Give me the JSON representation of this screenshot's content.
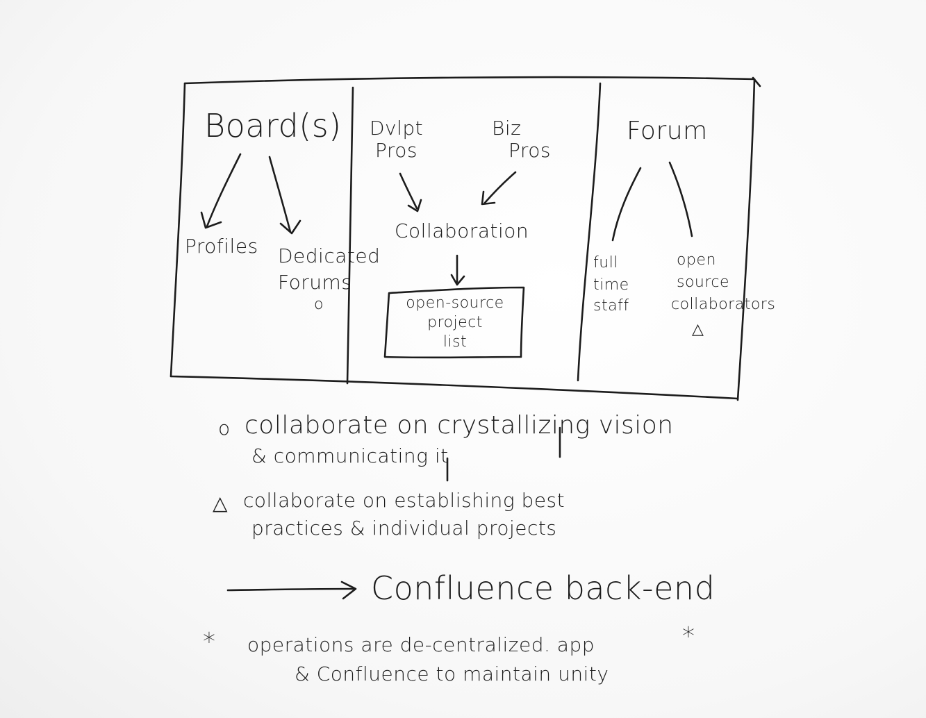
{
  "diagram": {
    "left_panel": {
      "title": "Board(s)",
      "children": [
        "Profiles",
        "Dedicated Forums"
      ],
      "marker": "o"
    },
    "middle_panel": {
      "sources": [
        {
          "line1": "Dvlpt",
          "line2": "Pros"
        },
        {
          "line1": "Biz",
          "line2": "Pros"
        }
      ],
      "hub": "Collaboration",
      "box": {
        "line1": "open-source",
        "line2": "project",
        "line3": "list"
      }
    },
    "right_panel": {
      "title": "Forum",
      "children": [
        {
          "line1": "full",
          "line2": "time",
          "line3": "staff"
        },
        {
          "line1": "open",
          "line2": "source",
          "line3": "collaborators"
        }
      ],
      "marker": "△"
    }
  },
  "notes": [
    {
      "marker": "o",
      "line1": "collaborate on crystallizing vision",
      "line2": "& communicating it"
    },
    {
      "marker": "△",
      "line1": "collaborate on establishing best",
      "line2": "practices & individual projects"
    }
  ],
  "backend": {
    "text": "Confluence back-end"
  },
  "footnote": {
    "marker": "*",
    "end_marker": "*",
    "line1": "operations are de-centralized. app",
    "line2": "& Confluence to maintain unity"
  }
}
